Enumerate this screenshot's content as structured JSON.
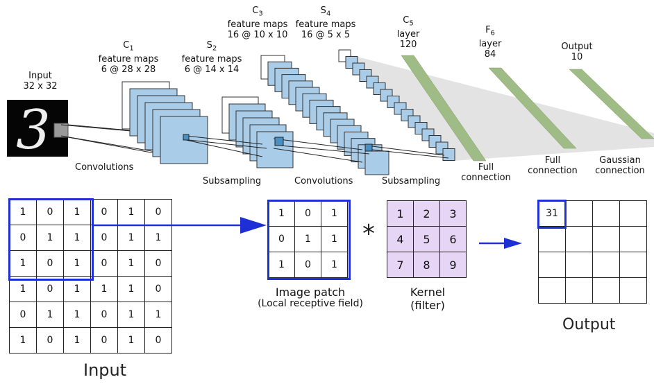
{
  "architecture": {
    "input": {
      "title": "Input",
      "size": "32 x 32"
    },
    "c1": {
      "name": "C",
      "sub": "1",
      "line1": "feature maps",
      "line2": "6 @ 28 x 28"
    },
    "s2": {
      "name": "S",
      "sub": "2",
      "line1": "feature maps",
      "line2": "6 @ 14 x 14"
    },
    "c3": {
      "name": "C",
      "sub": "3",
      "line1": "feature maps",
      "line2": "16 @ 10 x 10"
    },
    "s4": {
      "name": "S",
      "sub": "4",
      "line1": "feature maps",
      "line2": "16 @ 5 x 5"
    },
    "c5": {
      "name": "C",
      "sub": "5",
      "line1": "layer",
      "line2": "120"
    },
    "f6": {
      "name": "F",
      "sub": "6",
      "line1": "layer",
      "line2": "84"
    },
    "output": {
      "line1": "Output",
      "line2": "10"
    },
    "ops": {
      "conv1": "Convolutions",
      "sub1": "Subsampling",
      "conv2": "Convolutions",
      "sub2": "Subsampling",
      "full1_a": "Full",
      "full1_b": "connection",
      "full2_a": "Full",
      "full2_b": "connection",
      "gauss_a": "Gaussian",
      "gauss_b": "connection"
    },
    "digit_glyph": "3",
    "colors": {
      "map_fill": "#a9cce8",
      "map_edge": "#333333",
      "fc_band": "#9fbc86",
      "funnel": "#d9d9d9"
    }
  },
  "convolution": {
    "input_matrix": [
      [
        "1",
        "0",
        "1",
        "0",
        "1",
        "0"
      ],
      [
        "0",
        "1",
        "1",
        "0",
        "1",
        "1"
      ],
      [
        "1",
        "0",
        "1",
        "0",
        "1",
        "0"
      ],
      [
        "1",
        "0",
        "1",
        "1",
        "1",
        "0"
      ],
      [
        "0",
        "1",
        "1",
        "0",
        "1",
        "1"
      ],
      [
        "1",
        "0",
        "1",
        "0",
        "1",
        "0"
      ]
    ],
    "input_caption": "Input",
    "patch_matrix": [
      [
        "1",
        "0",
        "1"
      ],
      [
        "0",
        "1",
        "1"
      ],
      [
        "1",
        "0",
        "1"
      ]
    ],
    "patch_caption_1": "Image patch",
    "patch_caption_2": "(Local receptive field)",
    "operator": "*",
    "kernel_matrix": [
      [
        "1",
        "2",
        "3"
      ],
      [
        "4",
        "5",
        "6"
      ],
      [
        "7",
        "8",
        "9"
      ]
    ],
    "kernel_caption_1": "Kernel",
    "kernel_caption_2": "(filter)",
    "output_matrix": [
      [
        "31",
        "",
        "",
        ""
      ],
      [
        "",
        "",
        "",
        ""
      ],
      [
        "",
        "",
        "",
        ""
      ],
      [
        "",
        "",
        "",
        ""
      ]
    ],
    "output_caption": "Output",
    "colors": {
      "highlight": "#1f2fd6",
      "kernel_fill": "#e6d5f5"
    }
  }
}
